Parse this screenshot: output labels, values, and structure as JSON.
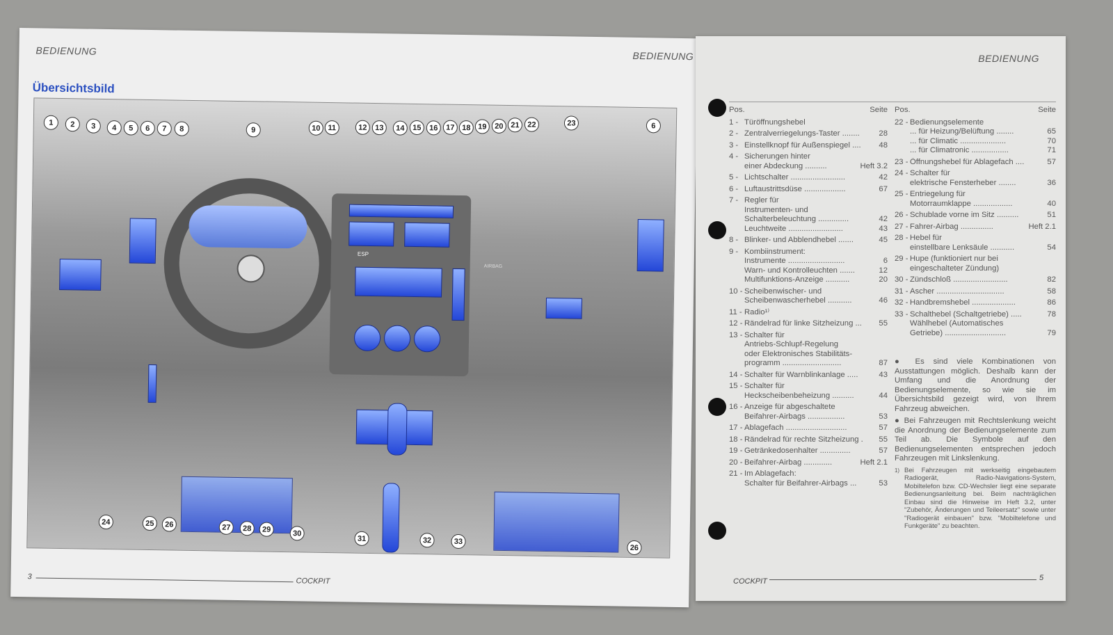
{
  "left_page": {
    "header_left": "BEDIENUNG",
    "header_right": "BEDIENUNG",
    "title": "Übersichtsbild",
    "page_number": "3",
    "footer": "COCKPIT",
    "illustration": {
      "callouts": [
        "1",
        "2",
        "3",
        "4",
        "5",
        "6",
        "7",
        "8",
        "9",
        "10",
        "11",
        "12",
        "13",
        "14",
        "15",
        "16",
        "17",
        "18",
        "19",
        "20",
        "21",
        "22",
        "23",
        "6",
        "24",
        "25",
        "26",
        "27",
        "28",
        "29",
        "30",
        "31",
        "32",
        "33",
        "26"
      ],
      "airbag_label": "AIRBAG",
      "esp_label": "ESP"
    }
  },
  "right_page": {
    "header": "BEDIENUNG",
    "footer": "COCKPIT",
    "page_number": "5",
    "pos_label": "Pos.",
    "seite_label": "Seite",
    "col1": [
      {
        "n": "1 -",
        "lines": [
          [
            "Türöffnungshebel",
            ""
          ]
        ]
      },
      {
        "n": "2 -",
        "lines": [
          [
            "Zentralverriegelungs-Taster ........",
            "28"
          ]
        ]
      },
      {
        "n": "3 -",
        "lines": [
          [
            "Einstellknopf für Außenspiegel ....",
            "48"
          ]
        ]
      },
      {
        "n": "4 -",
        "lines": [
          [
            "Sicherungen hinter",
            ""
          ],
          [
            "einer Abdeckung ..........",
            "Heft 3.2"
          ]
        ]
      },
      {
        "n": "5 -",
        "lines": [
          [
            "Lichtschalter .........................",
            "42"
          ]
        ]
      },
      {
        "n": "6 -",
        "lines": [
          [
            "Luftaustrittsdüse ...................",
            "67"
          ]
        ]
      },
      {
        "n": "7 -",
        "lines": [
          [
            "Regler für",
            ""
          ],
          [
            "Instrumenten- und",
            ""
          ],
          [
            "Schalterbeleuchtung ..............",
            "42"
          ],
          [
            "Leuchtweite .........................",
            "43"
          ]
        ]
      },
      {
        "n": "8 -",
        "lines": [
          [
            "Blinker- und Abblendhebel .......",
            "45"
          ]
        ]
      },
      {
        "n": "9 -",
        "lines": [
          [
            "Kombiinstrument:",
            ""
          ],
          [
            "Instrumente ..........................",
            "6"
          ],
          [
            "Warn- und Kontrolleuchten .......",
            "12"
          ],
          [
            "Multifunktions-Anzeige ...........",
            "20"
          ]
        ]
      },
      {
        "n": "10 -",
        "lines": [
          [
            "Scheibenwischer- und",
            ""
          ],
          [
            "Scheibenwascherhebel ...........",
            "46"
          ]
        ]
      },
      {
        "n": "11 -",
        "lines": [
          [
            "Radio¹⁾",
            ""
          ]
        ]
      },
      {
        "n": "12 -",
        "lines": [
          [
            "Rändelrad für linke Sitzheizung ...",
            "55"
          ]
        ]
      },
      {
        "n": "13 -",
        "lines": [
          [
            "Schalter für",
            ""
          ],
          [
            "Antriebs-Schlupf-Regelung",
            ""
          ],
          [
            "oder Elektronisches Stabilitäts-",
            ""
          ],
          [
            "programm ...........................",
            "87"
          ]
        ]
      },
      {
        "n": "14 -",
        "lines": [
          [
            "Schalter für Warnblinkanlage .....",
            "43"
          ]
        ]
      },
      {
        "n": "15 -",
        "lines": [
          [
            "Schalter für",
            ""
          ],
          [
            "Heckscheibenbeheizung ..........",
            "44"
          ]
        ]
      },
      {
        "n": "16 -",
        "lines": [
          [
            "Anzeige für abgeschaltete",
            ""
          ],
          [
            "Beifahrer-Airbags .................",
            "53"
          ]
        ]
      },
      {
        "n": "17 -",
        "lines": [
          [
            "Ablagefach ............................",
            "57"
          ]
        ]
      },
      {
        "n": "18 -",
        "lines": [
          [
            "Rändelrad für rechte Sitzheizung .",
            "55"
          ]
        ]
      },
      {
        "n": "19 -",
        "lines": [
          [
            "Getränkedosenhalter ..............",
            "57"
          ]
        ]
      },
      {
        "n": "20 -",
        "lines": [
          [
            "Beifahrer-Airbag .............",
            "Heft 2.1"
          ]
        ]
      },
      {
        "n": "21 -",
        "lines": [
          [
            "Im Ablagefach:",
            ""
          ],
          [
            "Schalter für Beifahrer-Airbags ...",
            "53"
          ]
        ]
      }
    ],
    "col2": [
      {
        "n": "22 -",
        "lines": [
          [
            "Bedienungselemente",
            ""
          ],
          [
            "... für Heizung/Belüftung ........",
            "65"
          ],
          [
            "... für Climatic .....................",
            "70"
          ],
          [
            "... für Climatronic .................",
            "71"
          ]
        ]
      },
      {
        "n": "23 -",
        "lines": [
          [
            "Öffnungshebel für Ablagefach ....",
            "57"
          ]
        ]
      },
      {
        "n": "24 -",
        "lines": [
          [
            "Schalter für",
            ""
          ],
          [
            "elektrische Fensterheber ........",
            "36"
          ]
        ]
      },
      {
        "n": "25 -",
        "lines": [
          [
            "Entriegelung für",
            ""
          ],
          [
            "Motorraumklappe ..................",
            "40"
          ]
        ]
      },
      {
        "n": "26 -",
        "lines": [
          [
            "Schublade vorne im Sitz ..........",
            "51"
          ]
        ]
      },
      {
        "n": "27 -",
        "lines": [
          [
            "Fahrer-Airbag ...............",
            "Heft 2.1"
          ]
        ]
      },
      {
        "n": "28 -",
        "lines": [
          [
            "Hebel für",
            ""
          ],
          [
            "einstellbare Lenksäule ...........",
            "54"
          ]
        ]
      },
      {
        "n": "29 -",
        "lines": [
          [
            "Hupe (funktioniert nur bei",
            ""
          ],
          [
            "eingeschalteter Zündung)",
            ""
          ]
        ]
      },
      {
        "n": "30 -",
        "lines": [
          [
            "Zündschloß .........................",
            "82"
          ]
        ]
      },
      {
        "n": "31 -",
        "lines": [
          [
            "Ascher ...............................",
            "58"
          ]
        ]
      },
      {
        "n": "32 -",
        "lines": [
          [
            "Handbremshebel ....................",
            "86"
          ]
        ]
      },
      {
        "n": "33 -",
        "lines": [
          [
            "Schalthebel (Schaltgetriebe) .....",
            "78"
          ],
          [
            "Wählhebel (Automatisches",
            ""
          ],
          [
            "Getriebe) ............................",
            "79"
          ]
        ]
      }
    ],
    "notes": [
      "Es sind viele Kombinationen von Ausstattungen möglich. Deshalb kann der Umfang und die Anordnung der Bedienungselemente, so wie sie im Übersichtsbild gezeigt wird, von Ihrem Fahrzeug abweichen.",
      "Bei Fahrzeugen mit Rechtslenkung weicht die Anordnung der Bedienungselemente zum Teil ab. Die Symbole auf den Bedienungselementen entsprechen jedoch Fahrzeugen mit Linkslenkung."
    ],
    "footnote_mark": "1)",
    "footnote": "Bei Fahrzeugen mit werkseitig eingebautem Radiogerät, Radio-Navigations-System, Mobiltelefon bzw. CD-Wechsler liegt eine separate Bedienungsanleitung bei. Beim nachträglichen Einbau sind die Hinweise im Heft 3.2, unter \"Zubehör, Änderungen und Teileersatz\" sowie unter \"Radiogerät einbauen\" bzw. \"Mobiltelefone und Funkgeräte\" zu beachten."
  }
}
